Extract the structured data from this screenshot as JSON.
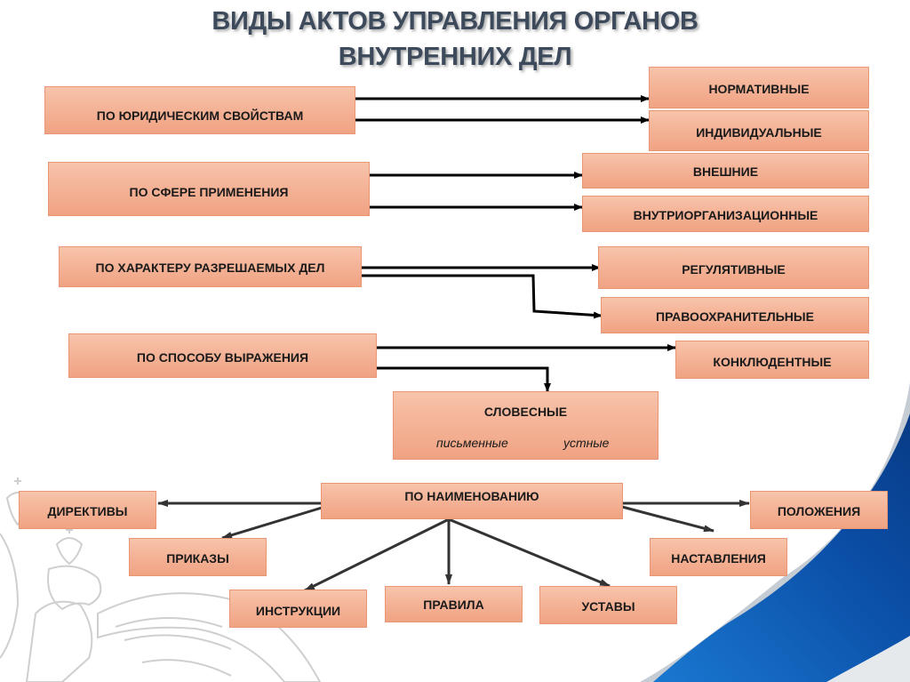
{
  "title": {
    "line1": "ВИДЫ АКТОВ УПРАВЛЕНИЯ ОРГАНОВ",
    "line2": "ВНУТРЕННИХ ДЕЛ"
  },
  "criteria": [
    {
      "id": "legal",
      "label": "ПО ЮРИДИЧЕСКИМ СВОЙСТВАМ",
      "children": [
        "НОРМАТИВНЫЕ",
        "ИНДИВИДУАЛЬНЫЕ"
      ]
    },
    {
      "id": "scope",
      "label": "ПО СФЕРЕ ПРИМЕНЕНИЯ",
      "children": [
        "ВНЕШНИЕ",
        "ВНУТРИОРГАНИЗАЦИОННЫЕ"
      ]
    },
    {
      "id": "nature",
      "label": "ПО ХАРАКТЕРУ РАЗРЕШАЕМЫХ ДЕЛ",
      "children": [
        "РЕГУЛЯТИВНЫЕ",
        "ПРАВООХРАНИТЕЛЬНЫЕ"
      ]
    },
    {
      "id": "expression",
      "label": "ПО СПОСОБУ ВЫРАЖЕНИЯ",
      "children": [
        "КОНКЛЮДЕНТНЫЕ",
        "СЛОВЕСНЫЕ"
      ]
    }
  ],
  "verbal": {
    "label": "СЛОВЕСНЫЕ",
    "sub": [
      "письменные",
      "устные"
    ]
  },
  "naming": {
    "label": "ПО НАИМЕНОВАНИЮ",
    "children": [
      "ДИРЕКТИВЫ",
      "ПРИКАЗЫ",
      "ИНСТРУКЦИИ",
      "ПРАВИЛА",
      "УСТАВЫ",
      "НАСТАВЛЕНИЯ",
      "ПОЛОЖЕНИЯ"
    ]
  },
  "decoration": {
    "left": "double-headed-eagle-emblem",
    "right": "blue-swoosh"
  },
  "colors": {
    "box_fill": "#f4b296",
    "box_border": "#e89674",
    "title": "#3d4a5c",
    "arrow": "#000000",
    "swoosh_dark": "#0a3d8f",
    "swoosh_light": "#1a78d0"
  }
}
